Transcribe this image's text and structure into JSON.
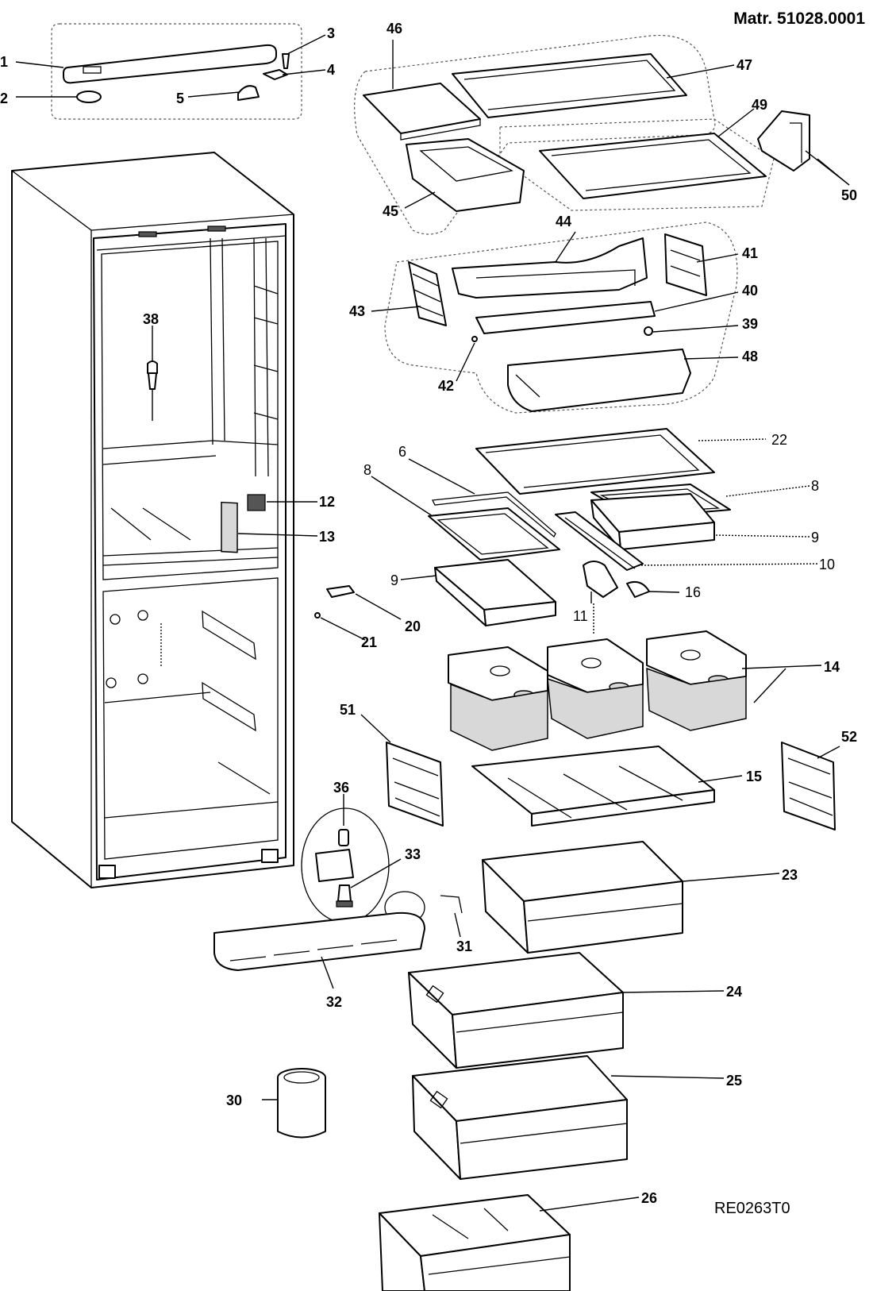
{
  "header": {
    "matr": "Matr. 51028.0001"
  },
  "footer": {
    "code": "RE0263T0"
  },
  "labels": {
    "p1": "1",
    "p2": "2",
    "p3": "3",
    "p4": "4",
    "p5": "5",
    "p6": "6",
    "p8a": "8",
    "p8b": "8",
    "p9a": "9",
    "p9b": "9",
    "p10": "10",
    "p11": "11",
    "p12": "12",
    "p13": "13",
    "p14": "14",
    "p15": "15",
    "p16": "16",
    "p20": "20",
    "p21": "21",
    "p22": "22",
    "p23": "23",
    "p24": "24",
    "p25": "25",
    "p26": "26",
    "p30": "30",
    "p31": "31",
    "p32": "32",
    "p33": "33",
    "p36": "36",
    "p38": "38",
    "p39": "39",
    "p40": "40",
    "p41": "41",
    "p42": "42",
    "p43": "43",
    "p44": "44",
    "p45": "45",
    "p46": "46",
    "p47": "47",
    "p48": "48",
    "p49": "49",
    "p50": "50",
    "p51": "51",
    "p52": "52"
  }
}
